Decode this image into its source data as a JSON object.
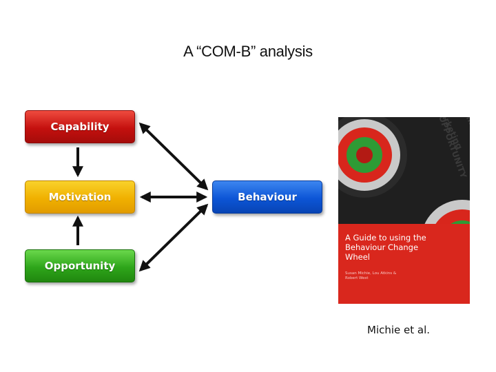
{
  "title": "A “COM-B” analysis",
  "boxes": {
    "capability": "Capability",
    "motivation": "Motivation",
    "opportunity": "Opportunity",
    "behaviour": "Behaviour"
  },
  "book": {
    "title": "A Guide to using the Behaviour Change Wheel",
    "authors": "Susan Michie, Lou Atkins & Robert West",
    "background_words": [
      "OPPORTUNITY",
      "Communication",
      "Marketing"
    ]
  },
  "caption": "Michie et al.",
  "colors": {
    "capability": "#c4100e",
    "motivation": "#f0b000",
    "opportunity": "#2ea51a",
    "behaviour": "#0c55d6",
    "book_red": "#d9271d"
  }
}
